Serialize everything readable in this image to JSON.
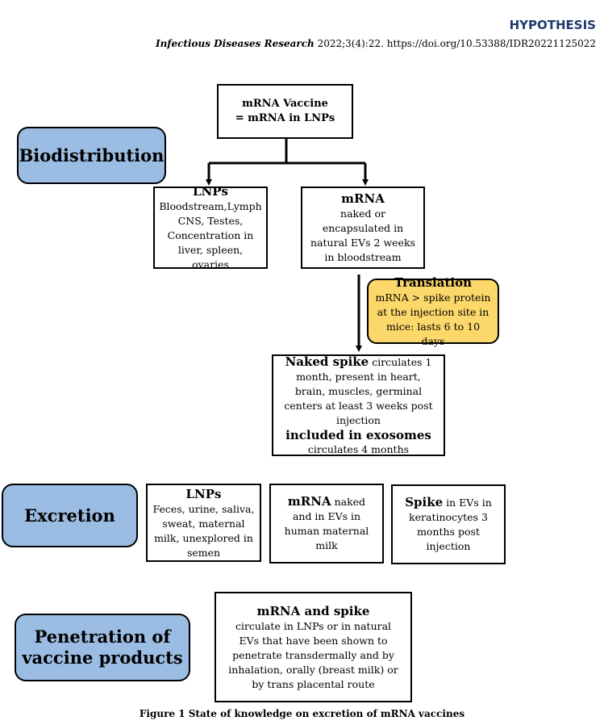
{
  "header": {
    "section": "HYPOTHESIS",
    "journal": "Infectious Diseases Research",
    "citation": " 2022;3(4):22. https://doi.org/10.53388/IDR20221125022"
  },
  "labels": {
    "biodistribution": "Biodistribution",
    "excretion": "Excretion",
    "penetration": "Penetration of vaccine products"
  },
  "boxes": {
    "vaccine": {
      "line1": "mRNA Vaccine",
      "line2": "= mRNA in LNPs"
    },
    "lnps_bio": {
      "title": "LNPs",
      "body": "Bloodstream,Lymph CNS, Testes, Concentration in liver, spleen, ovaries"
    },
    "mrna_bio": {
      "title": "mRNA",
      "body": "naked or encapsulated in natural EVs 2 weeks in bloodstream"
    },
    "translation": {
      "title": "Translation",
      "body": "mRNA > spike protein at the injection site in mice: lasts 6 to 10 days"
    },
    "spike": {
      "title1": "Naked spike",
      "body1": " circulates 1 month, present in heart, brain, muscles, germinal centers at least 3 weeks post injection",
      "title2": "included in exosomes",
      "body2": "circulates 4 months"
    },
    "lnps_exc": {
      "title": "LNPs",
      "body": "Feces, urine, saliva, sweat, maternal milk, unexplored in semen"
    },
    "mrna_exc": {
      "title": "mRNA",
      "body": " naked and in EVs in human maternal milk"
    },
    "spike_exc": {
      "title": "Spike",
      "body": " in EVs in keratinocytes 3 months post injection"
    },
    "penetration": {
      "title": "mRNA and spike",
      "body": "circulate in LNPs or in natural EVs that have been shown to penetrate transdermally and by inhalation, orally (breast milk) or by trans placental route"
    }
  },
  "caption": "Figure 1 State of knowledge on excretion of mRNA vaccines"
}
